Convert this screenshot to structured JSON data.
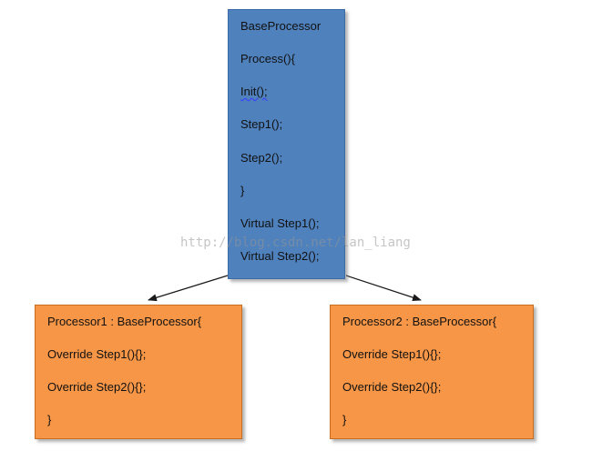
{
  "colors": {
    "base_fill": "#4f81bd",
    "derived_fill": "#f79646",
    "arrow": "#1a1a1a",
    "spell_underline": "#3a3aff"
  },
  "base_class": {
    "lines": [
      "BaseProcessor",
      "Process(){",
      "Init();",
      "Step1();",
      "Step2();",
      "}",
      "Virtual Step1();",
      "Virtual Step2();"
    ]
  },
  "processor1": {
    "lines": [
      "Processor1 : BaseProcessor{",
      "Override Step1(){};",
      "Override Step2(){};",
      "}"
    ]
  },
  "processor2": {
    "lines": [
      "Processor2 : BaseProcessor{",
      "Override Step1(){};",
      "Override Step2(){};",
      "}"
    ]
  },
  "watermark": "http://blog.csdn.net/lan_liang"
}
